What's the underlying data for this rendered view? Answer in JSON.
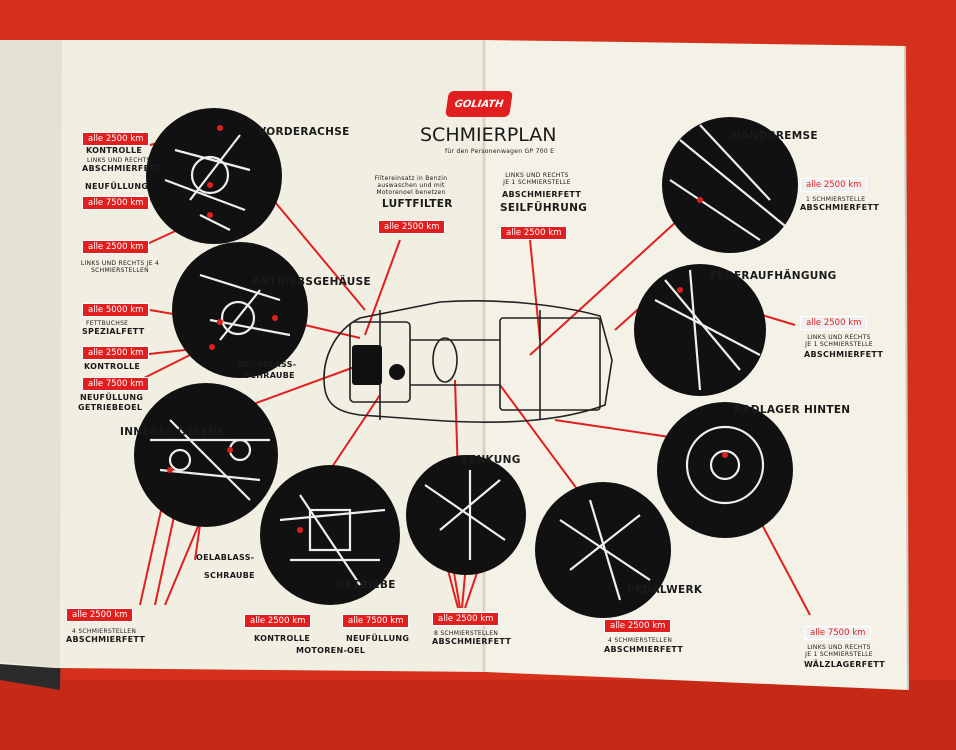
{
  "title": "SCHMIERPLAN",
  "subtitle": "für den Personenwagen GP 700 E",
  "brand": "GOLIATH",
  "colors": {
    "background": "#d4301c",
    "page": "#f3f0e3",
    "accent": "#e11f1f",
    "ink": "#111111"
  },
  "sections": {
    "vorderachse": "VORDERACHSE",
    "antrieb": "ANTRIEBSGEHÄUSE",
    "oelablass": "OELABLASS-",
    "oelablass2": "SCHRAUBE",
    "inneres": "INNERES GELENK",
    "oelablass_g": "OELABLASS-",
    "oelablass_g2": "SCHRAUBE",
    "getriebe": "GETRIEBE",
    "lenkung": "LENKUNG",
    "pedalwerk": "PEDALWERK",
    "handbremse": "HANDBREMSE",
    "feder": "FEDERAUFHÄNGUNG",
    "radlager": "RADLAGER HINTEN",
    "luftfilter": "LUFTFILTER",
    "seil": "SEILFÜHRUNG"
  },
  "tags": {
    "t2500": "alle 2500 km",
    "t7500": "alle 7500 km",
    "t5000": "alle 5000 km"
  },
  "notes": {
    "kontrolle": "KONTROLLE",
    "links_rechts": "LINKS UND RECHTS",
    "abschmierfett": "ABSCHMIERFETT",
    "neufuellung": "NEUFÜLLUNG",
    "je4": "LINKS UND RECHTS JE 4 SCHMIERSTELLEN",
    "fettbuchse": "FETTBUCHSE",
    "spezialfett": "SPEZIALFETT",
    "getriebeoel": "GETRIEBEOEL",
    "filter_note": "Filtereinsatz in Benzin auswaschen und mit Motorenoel benetzen",
    "seil_note": "LINKS UND RECHTS JE 1 SCHMIERSTELLE",
    "vier_stellen": "4 SCHMIERSTELLEN",
    "motorenoel": "MOTOREN-OEL",
    "acht_stellen": "8 SCHMIERSTELLEN",
    "je1": "1 SCHMIERSTELLE",
    "je1_lr": "LINKS UND RECHTS JE 1 SCHMIERSTELLE",
    "waelz": "WÄLZLAGERFETT"
  }
}
